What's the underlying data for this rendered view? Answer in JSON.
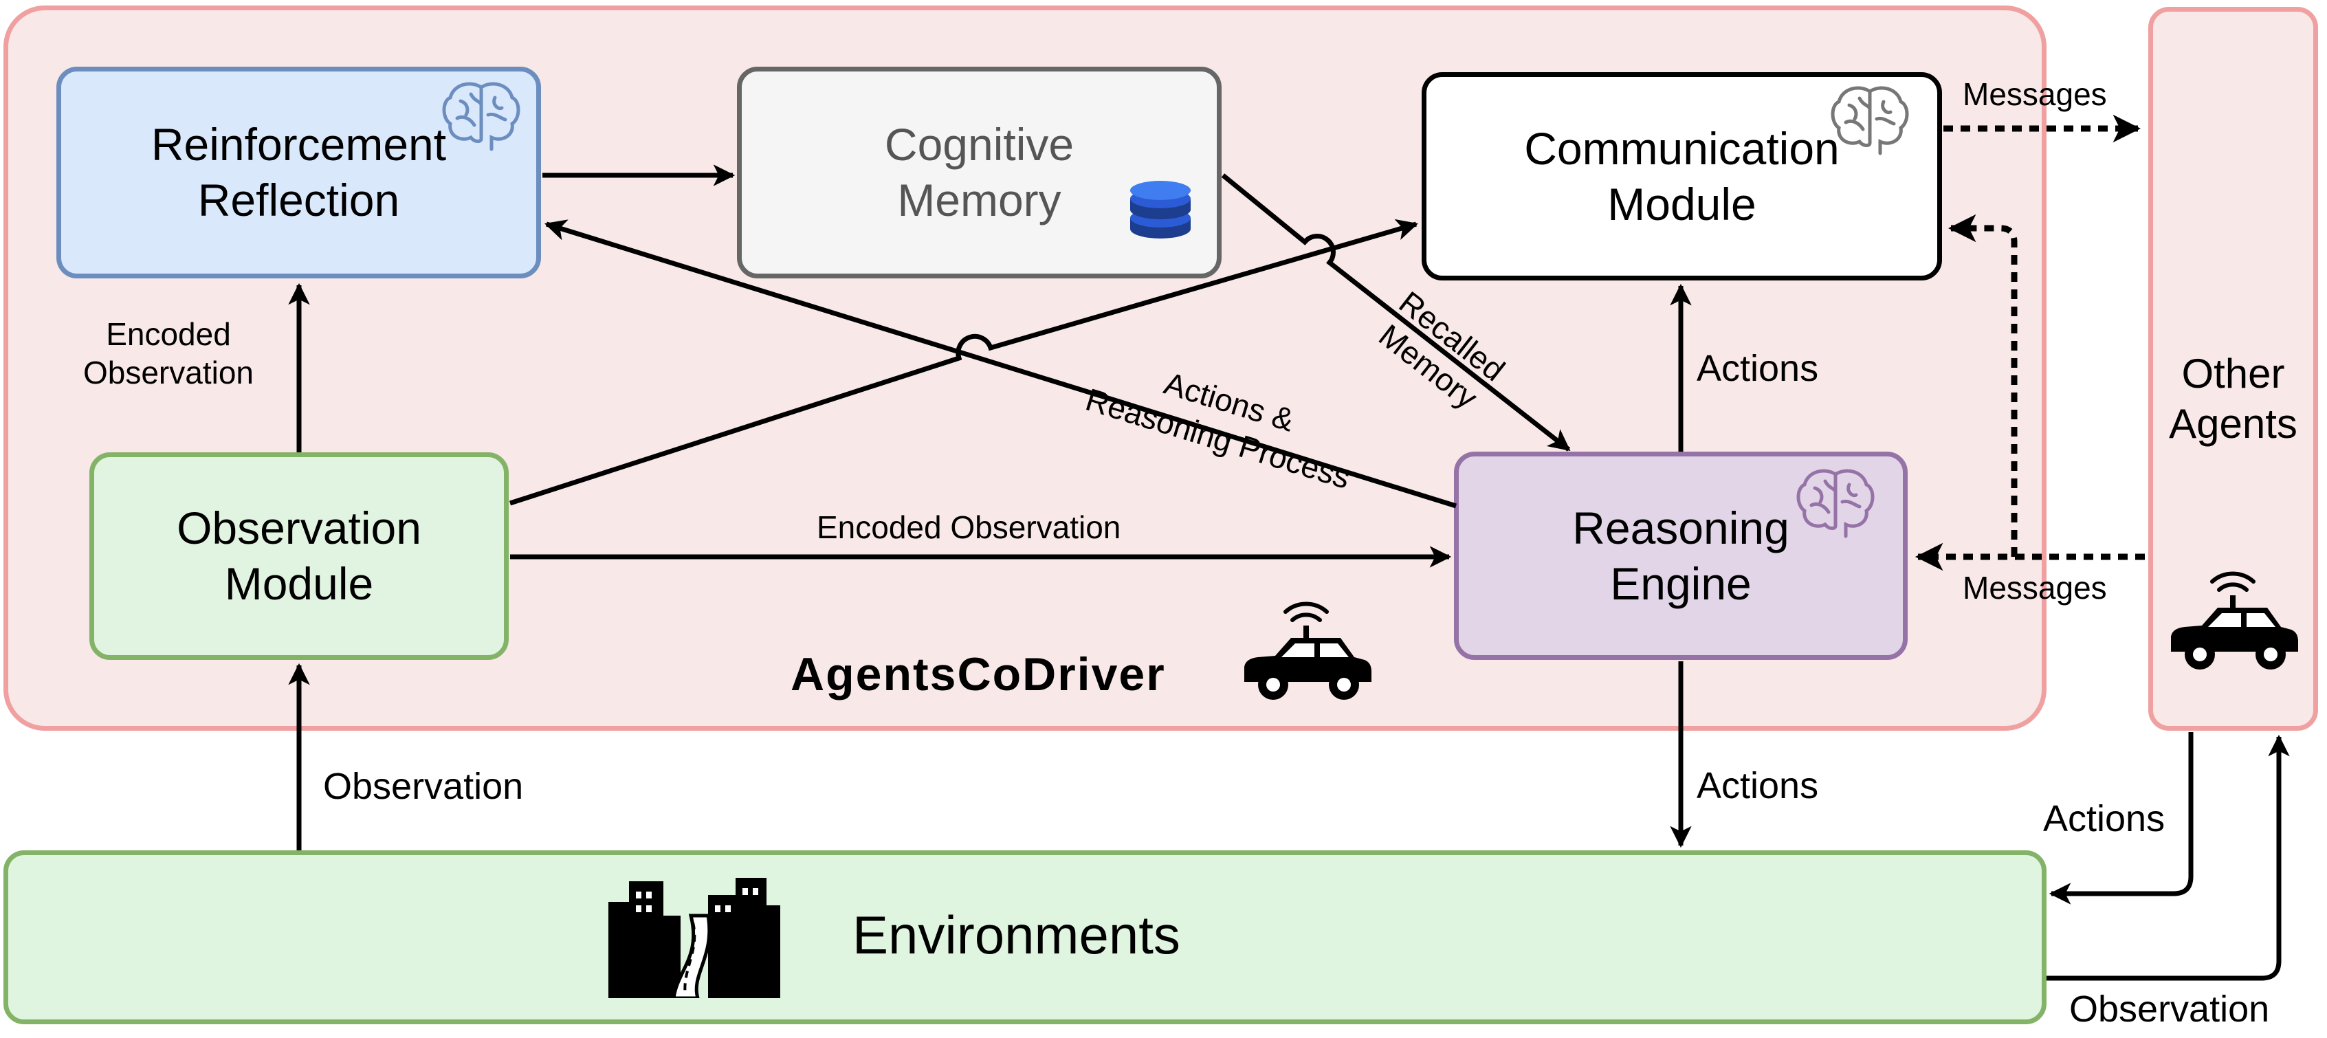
{
  "title": "AgentsCoDriver",
  "modules": {
    "reinforcement_reflection": "Reinforcement\nReflection",
    "cognitive_memory": "Cognitive\nMemory",
    "communication_module": "Communication\nModule",
    "observation_module": "Observation\nModule",
    "reasoning_engine": "Reasoning\nEngine",
    "other_agents": "Other\nAgents",
    "environments": "Environments"
  },
  "edge_labels": {
    "encoded_observation_up": "Encoded\nObservation",
    "encoded_observation_right": "Encoded Observation",
    "actions_reasoning": "Actions &\nReasoning Process",
    "recalled_memory": "Recalled\nMemory",
    "actions_to_comm": "Actions",
    "actions_to_env": "Actions",
    "observation_up": "Observation",
    "messages_out": "Messages",
    "messages_in": "Messages",
    "other_actions": "Actions",
    "other_observation": "Observation"
  },
  "colors": {
    "container_fill": "#f8e8e8",
    "container_border": "#f0a0a0",
    "reflection_fill": "#dae8fc",
    "reflection_border": "#6c8ebf",
    "memory_fill": "#f5f5f5",
    "memory_border": "#666666",
    "comm_fill": "#ffffff",
    "comm_border": "#000000",
    "observation_fill": "#e1f4e1",
    "observation_border": "#82b366",
    "reasoning_fill": "#e1d5e7",
    "reasoning_border": "#9673a6",
    "env_fill": "#dff5df",
    "env_border": "#82b366"
  },
  "icons": [
    "brain-icon",
    "database-icon",
    "car-icon",
    "city-road-icon"
  ]
}
